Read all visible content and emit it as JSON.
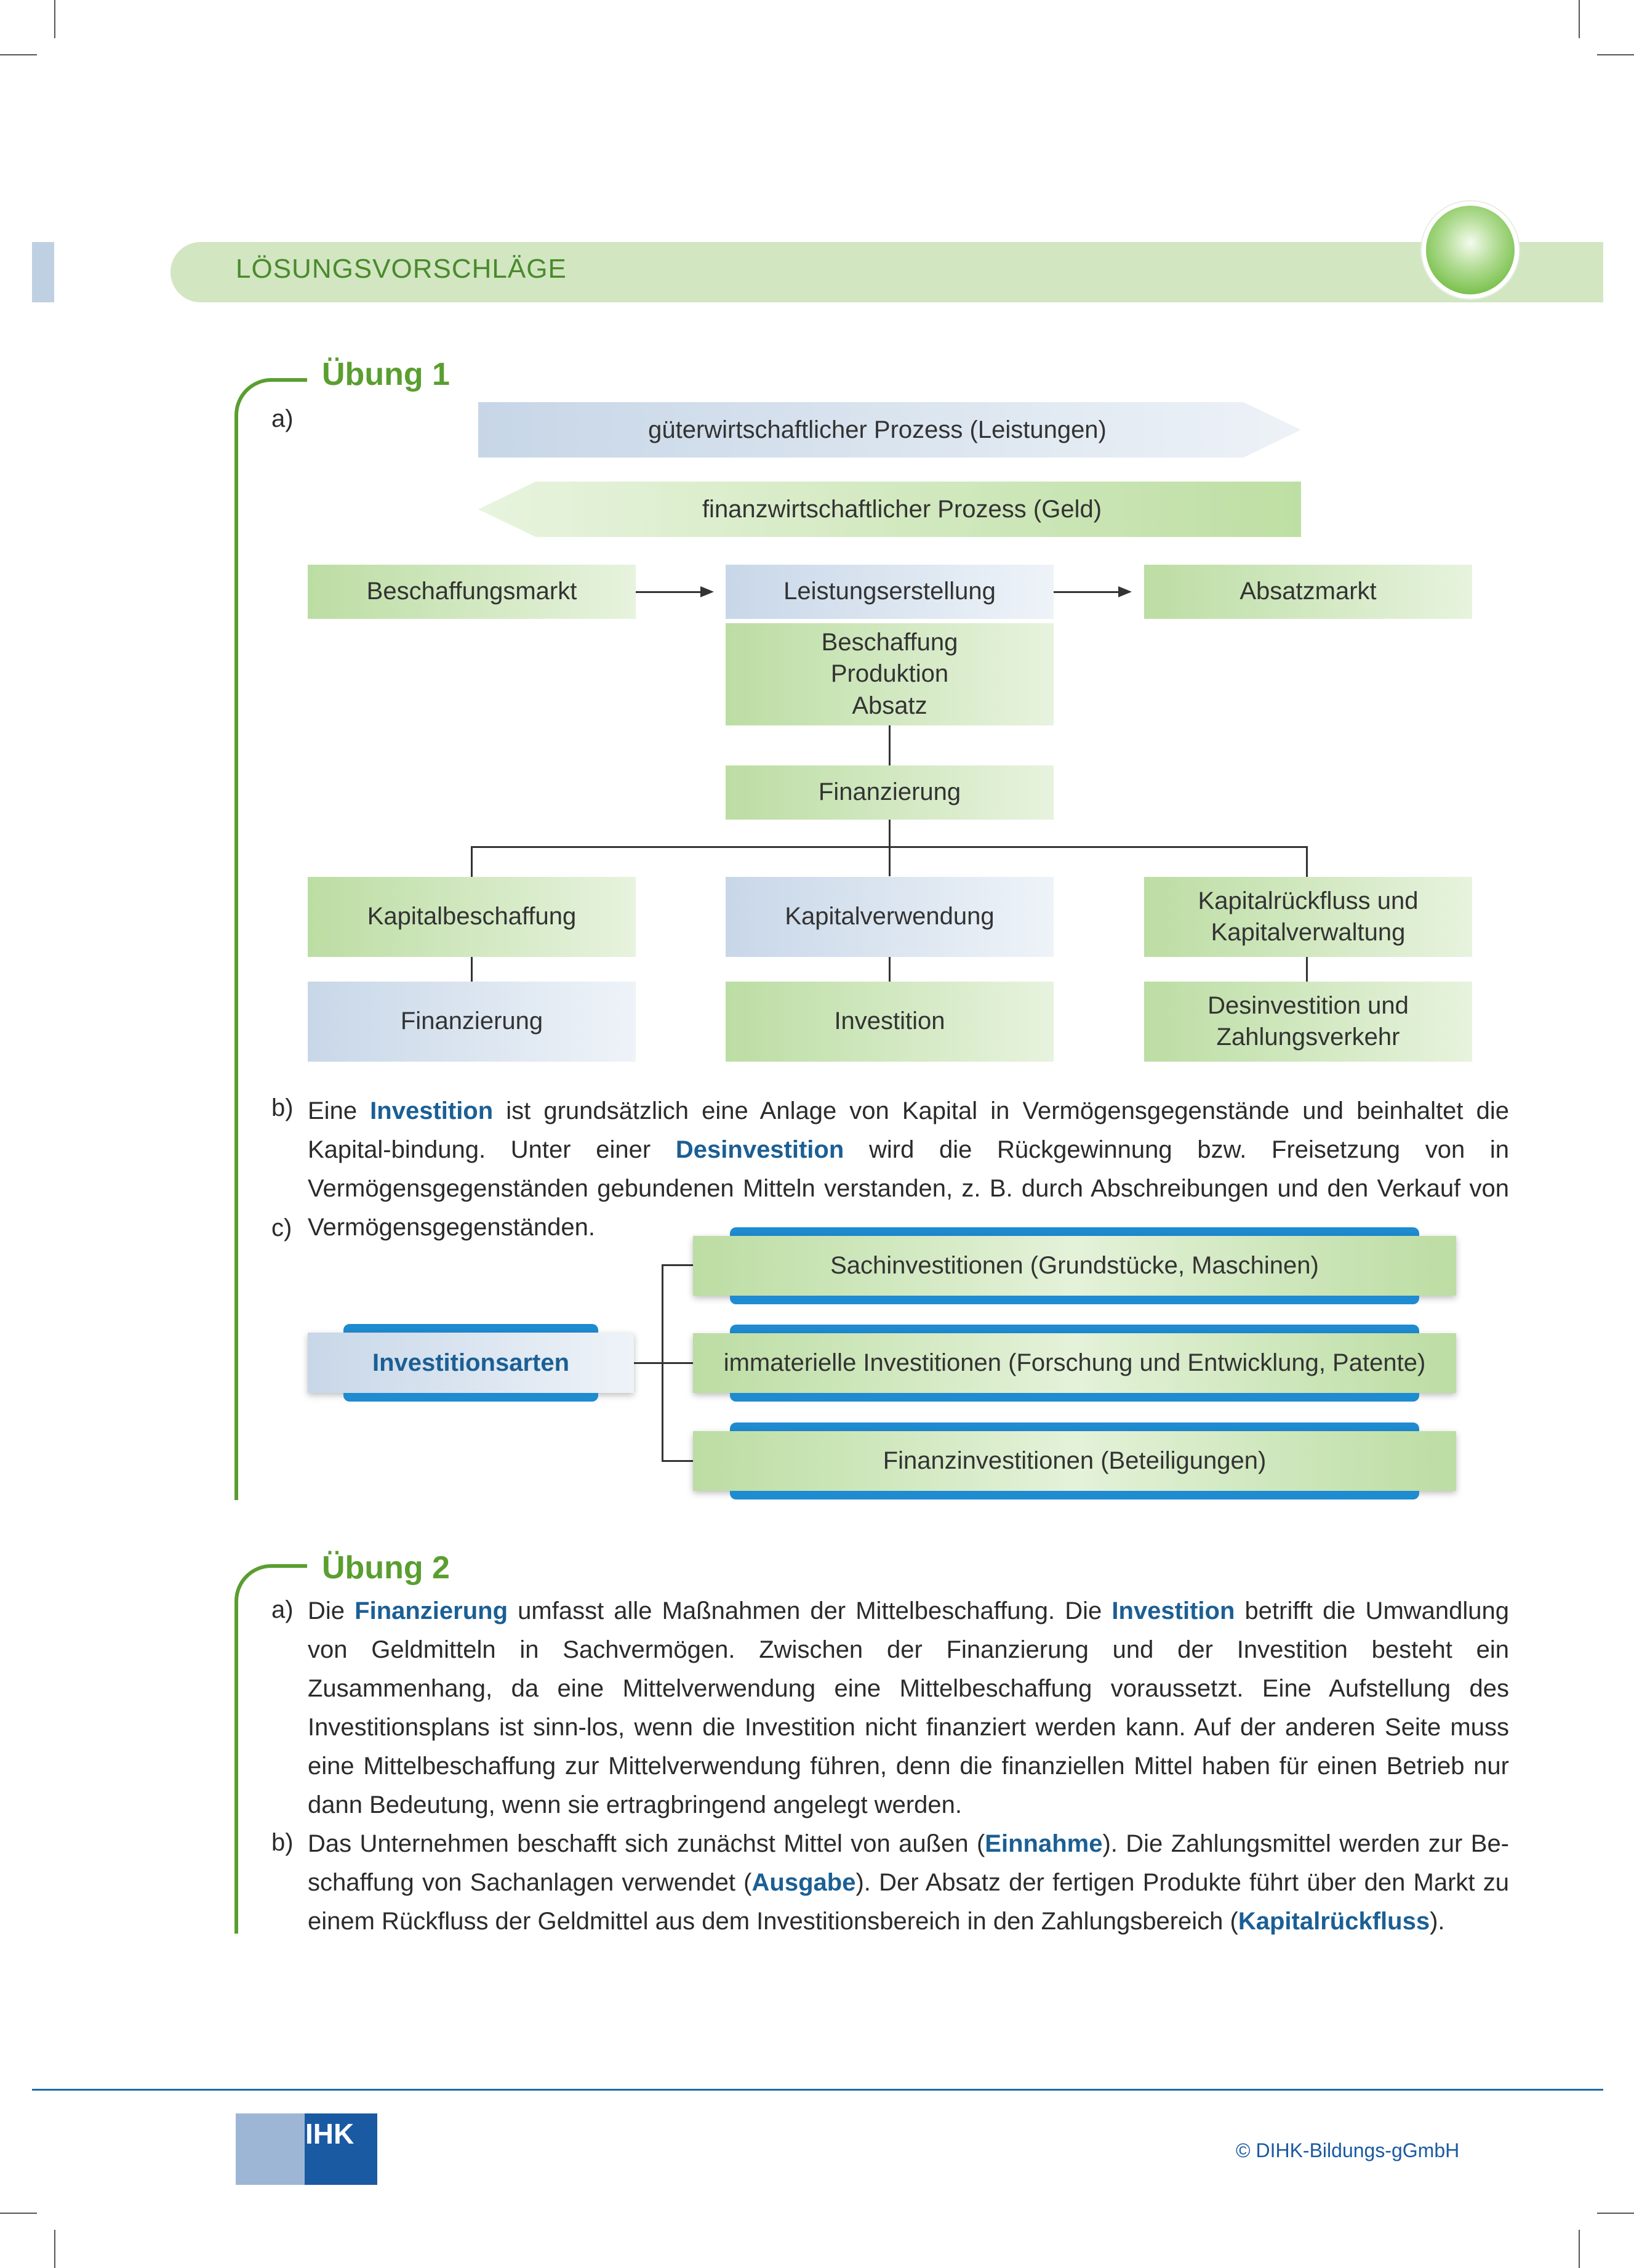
{
  "header": {
    "title": "LÖSUNGSVORSCHLÄGE"
  },
  "uebung1": {
    "title": "Übung 1",
    "label_a": "a)",
    "arrow_top": "güterwirtschaftlicher Prozess (Leistungen)",
    "arrow_bottom": "finanzwirtschaftlicher Prozess (Geld)",
    "box_beschaffungsmarkt": "Beschaffungsmarkt",
    "box_leistungserstellung": "Leistungserstellung",
    "box_stack": [
      "Beschaffung",
      "Produktion",
      "Absatz"
    ],
    "box_absatzmarkt": "Absatzmarkt",
    "box_finanzierung_center": "Finanzierung",
    "row1": [
      "Kapitalbeschaffung",
      "Kapitalverwendung",
      "Kapitalrückfluss und",
      "Kapitalverwaltung"
    ],
    "row2": [
      "Finanzierung",
      "Investition",
      "Desinvestition und",
      "Zahlungsverkehr"
    ],
    "label_b": "b)",
    "b_parts": [
      "Eine ",
      "Investition",
      " ist grundsätzlich eine Anlage von Kapital in Vermögensgegenstände und beinhaltet die Kapital-bindung. Unter einer ",
      "Desinvestition",
      " wird die Rückgewinnung bzw. Freisetzung von in Vermögensgegenständen gebundenen Mitteln verstanden, z. B. durch Abschreibungen und den Verkauf von Vermögensgegenständen."
    ],
    "label_c": "c)",
    "c_root": "Investitionsarten",
    "c_items": [
      "Sachinvestitionen (Grundstücke, Maschinen)",
      "immaterielle Investitionen (Forschung und Entwicklung, Patente)",
      "Finanzinvestitionen (Beteiligungen)"
    ]
  },
  "uebung2": {
    "title": "Übung 2",
    "label_a": "a)",
    "a_parts": [
      "Die ",
      "Finanzierung",
      " umfasst alle Maßnahmen der Mittelbeschaffung. Die ",
      "Investition",
      " betrifft die Umwandlung von Geldmitteln in Sachvermögen. Zwischen der Finanzierung und der Investition besteht ein Zusammenhang, da eine Mittelverwendung eine Mittelbeschaffung voraussetzt. Eine Aufstellung des Investitionsplans ist sinn-los, wenn die Investition nicht finanziert werden kann. Auf der anderen Seite muss eine Mittelbeschaffung zur Mittelverwendung führen, denn die finanziellen Mittel haben für einen Betrieb nur dann Bedeutung, wenn sie ertragbringend angelegt werden."
    ],
    "label_b": "b)",
    "b_parts": [
      "Das Unternehmen beschafft sich zunächst Mittel von außen (",
      "Einnahme",
      "). Die Zahlungsmittel werden zur Be-schaffung von Sachanlagen verwendet (",
      "Ausgabe",
      "). Der Absatz der fertigen Produkte führt über den Markt zu einem Rückfluss der Geldmittel aus dem Investitionsbereich in den Zahlungsbereich (",
      "Kapitalrückfluss",
      ")."
    ]
  },
  "footer": {
    "logo_text": "IHK",
    "copyright": "© DIHK-Bildungs-gGmbH"
  },
  "colors": {
    "accent_green": "#5a9e30",
    "highlight_blue": "#1b5f94",
    "pill_blue": "#1f8bd0"
  }
}
